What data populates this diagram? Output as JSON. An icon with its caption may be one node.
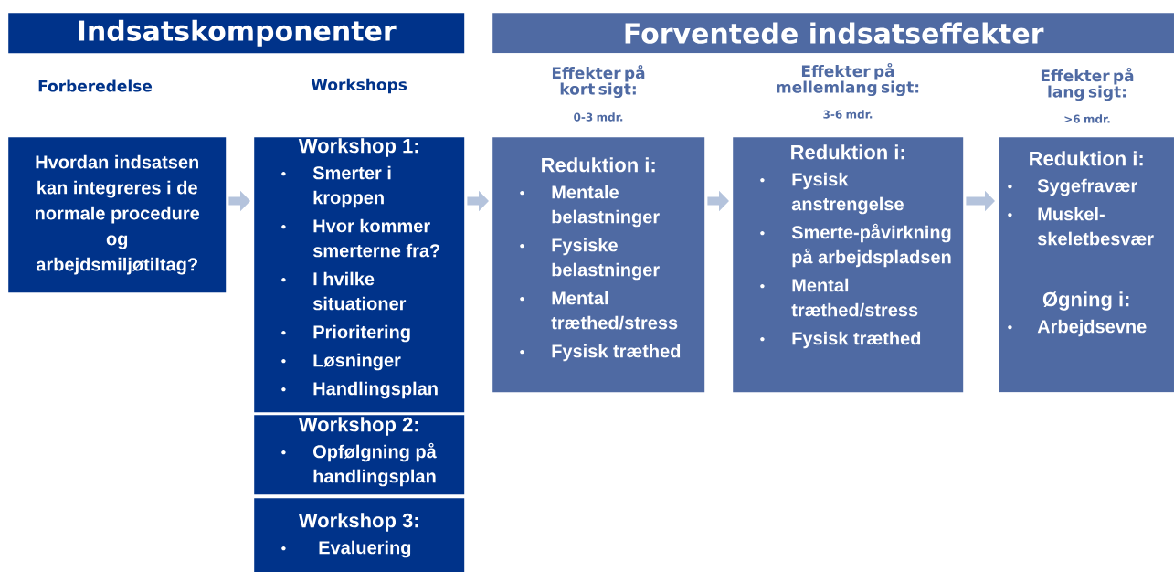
{
  "diagram": {
    "nodes": [
      {
        "text": [
          "Indsatskomponenter"
        ]
      },
      {
        "text": [
          "Forventede indsatseffekter"
        ]
      },
      {
        "text": [
          "Hvordan indsatsen kan integreres i de normale procedure og arbejdsmiljøtiltag?"
        ]
      },
      {
        "text": [
          "Workshop 1:",
          "Smerter i kroppen",
          "Hvor kommer smerterne fra?",
          "I hvilke situationer",
          "Prioritering",
          "Løsninger",
          "Handlingsplan"
        ]
      },
      {
        "text": [
          "Workshop 2:",
          "Opfølgning på handlingsplan"
        ]
      },
      {
        "text": [
          "Workshop 3:",
          "Evaluering"
        ]
      },
      {
        "text": [
          "Reduktion i:",
          "Mentale belastninger",
          "Fysiske belastninger",
          "Mental træthed/stress",
          "Fysisk træthed"
        ]
      },
      {
        "text": [
          "Reduktion i:",
          "Fysisk anstrengelse",
          "Smerte-påvirkning på arbejdspladsen",
          "Mental træthed/stress",
          "Fysisk træthed"
        ]
      },
      {
        "text": [
          "Reduktion i:",
          "Sygefravær",
          "Muskel-skeletbesvær",
          "Øgning i:",
          "Arbejdsevne"
        ]
      }
    ],
    "edges": [
      {
        "from": 2,
        "to": 3,
        "arrow": "to"
      },
      {
        "from": 3,
        "to": 6,
        "arrow": "to"
      },
      {
        "from": 6,
        "to": 7,
        "arrow": "to"
      },
      {
        "from": 7,
        "to": 8,
        "arrow": "to"
      }
    ],
    "labels": [
      "Forberedelse",
      "Workshops",
      "Effekter på kort sigt:",
      "0-3 mdr.",
      "Effekter på mellemlang sigt:",
      "3-6 mdr.",
      "Effekter på lang sigt:",
      ">6 mdr."
    ]
  }
}
